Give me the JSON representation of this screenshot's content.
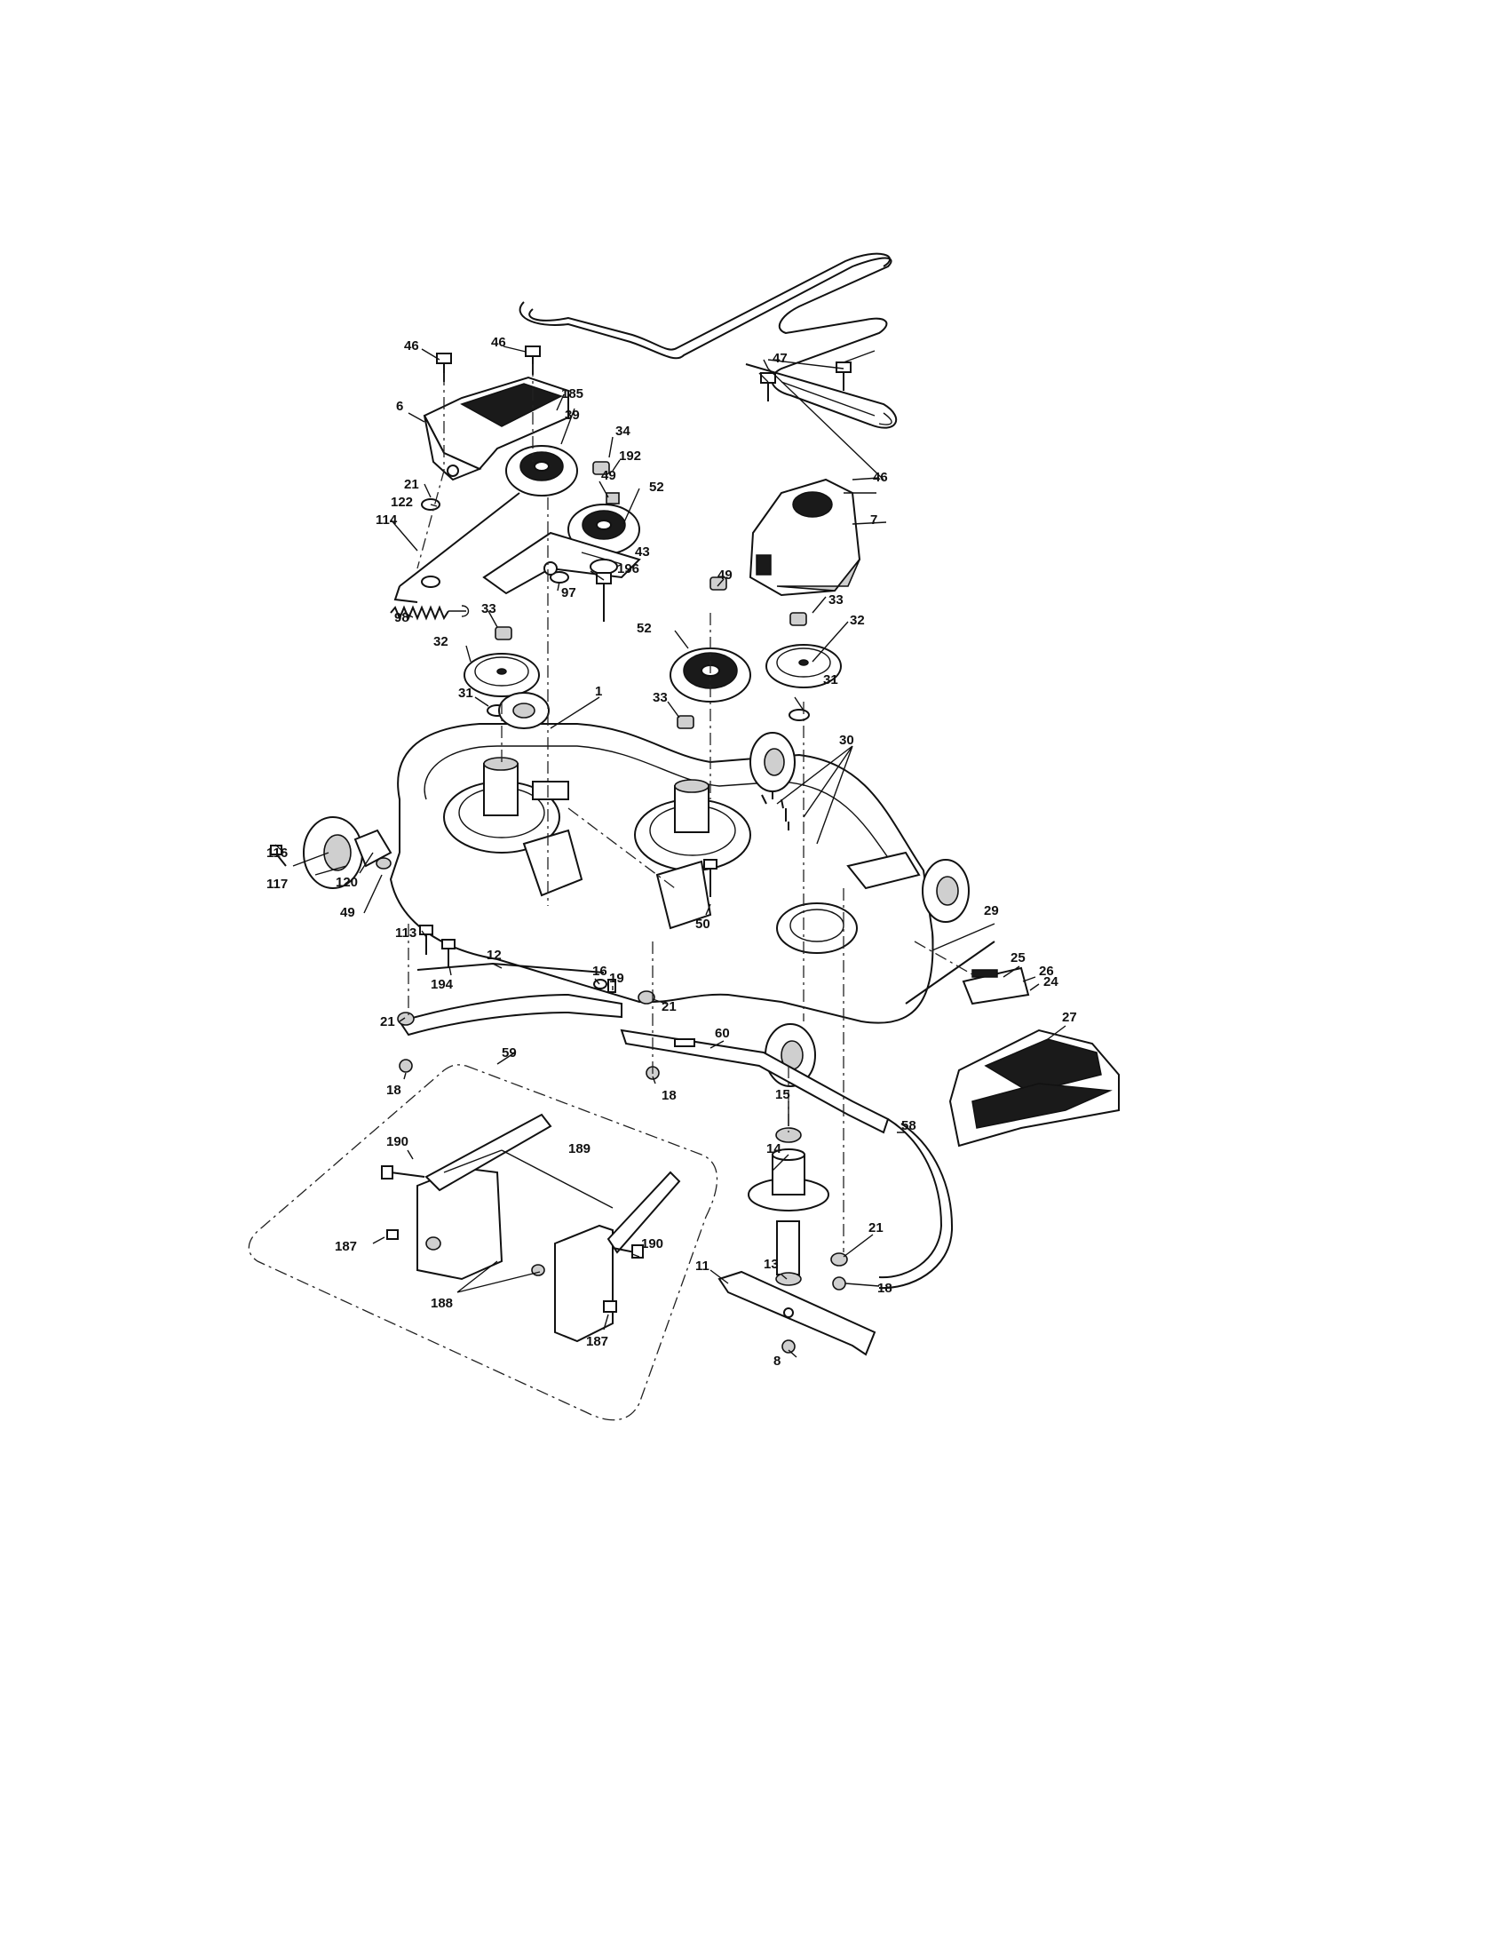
{
  "diagram": {
    "labels": {
      "l46a": "46",
      "l46b": "46",
      "l46c": "46",
      "l6": "6",
      "l185": "185",
      "l39": "39",
      "l34": "34",
      "l192": "192",
      "l49a": "49",
      "l52a": "52",
      "l21a": "21",
      "l122": "122",
      "l114": "114",
      "l43": "43",
      "l196": "196",
      "l97": "97",
      "l98": "98",
      "l7": "7",
      "l33a": "33",
      "l49b": "49",
      "l33b": "33",
      "l32a": "32",
      "l52b": "52",
      "l32b": "32",
      "l31a": "31",
      "l31b": "31",
      "l1": "1",
      "l33c": "33",
      "l30": "30",
      "l116": "116",
      "l117": "117",
      "l120": "120",
      "l49c": "49",
      "l113": "113",
      "l194": "194",
      "l50": "50",
      "l29": "29",
      "l25": "25",
      "l26": "26",
      "l24": "24",
      "l27": "27",
      "l12": "12",
      "l16": "16",
      "l19": "19",
      "l21b": "21",
      "l21c": "21",
      "l60": "60",
      "l59": "59",
      "l18a": "18",
      "l18b": "18",
      "l15": "15",
      "l58": "58",
      "l190a": "190",
      "l189": "189",
      "l14": "14",
      "l187a": "187",
      "l190b": "190",
      "l21d": "21",
      "l188": "188",
      "l11": "11",
      "l13": "13",
      "l18c": "18",
      "l187b": "187",
      "l8": "8",
      "l47": "47"
    }
  },
  "colors": {
    "ink": "#111111",
    "paper": "#ffffff",
    "shade": "#cfcfcf"
  }
}
